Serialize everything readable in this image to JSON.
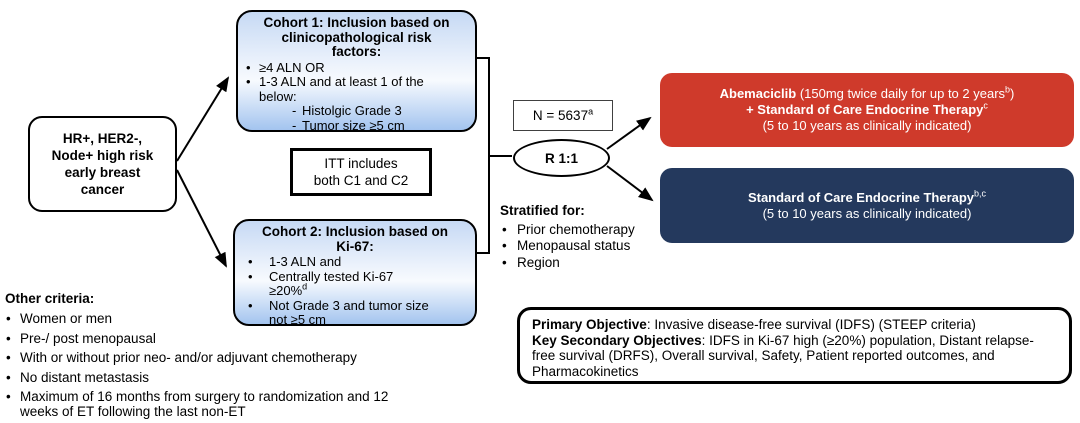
{
  "population_box": {
    "text": "HR+, HER2-,\nNode+ high risk\nearly breast\ncancer"
  },
  "cohort1": {
    "title": "Cohort 1: Inclusion based on\nclinicopathological risk\nfactors:",
    "bullet1": "≥4 ALN OR",
    "bullet2": "1-3 ALN and at least 1 of the\nbelow:",
    "sub1": "Histolgic Grade 3",
    "sub2": "Tumor size ≥5 cm"
  },
  "itt_box": {
    "text": "ITT includes\nboth C1 and C2"
  },
  "cohort2": {
    "title": "Cohort 2: Inclusion based on\nKi-67:",
    "bullet1": "1-3 ALN and",
    "bullet2": "Centrally tested Ki-67\n≥20%",
    "bullet2_sup": "d",
    "bullet3": "Not Grade 3 and tumor size\nnot ≥5 cm"
  },
  "randomization": {
    "n_label": "N = 5637",
    "n_sup": "a",
    "r_label": "R 1:1",
    "stratified_title": "Stratified for:",
    "strata": [
      "Prior chemotherapy",
      "Menopausal status",
      "Region"
    ]
  },
  "arm_abemaciclib": {
    "line1_bold": "Abemaciclib",
    "line1_rest": " (150mg twice daily for up to 2 years",
    "line1_sup": "b",
    "line1_close": ")",
    "line2_bold": "+ Standard of Care Endocrine Therapy",
    "line2_sup": "c",
    "line3": "(5 to 10 years as clinically indicated)"
  },
  "arm_soc": {
    "line1_bold": "Standard of Care Endocrine Therapy",
    "line1_sup": "b,c",
    "line2": "(5 to 10 years as clinically indicated)"
  },
  "other_criteria": {
    "title": "Other criteria:",
    "items": [
      "Women or men",
      "Pre-/ post menopausal",
      "With or without prior neo- and/or adjuvant chemotherapy",
      "No distant metastasis",
      "Maximum of 16 months from surgery to randomization and 12\nweeks of ET following the last non-ET"
    ]
  },
  "objectives": {
    "primary_label": "Primary Objective",
    "primary_text": ": Invasive disease-free survival (IDFS) (STEEP criteria)",
    "secondary_label": "Key Secondary Objectives",
    "secondary_text": ": IDFS in Ki-67 high (≥20%) population, Distant relapse-free survival (DRFS), Overall survival, Safety, Patient reported outcomes, and Pharmacokinetics"
  },
  "colors": {
    "arm_red": "#cf3a2b",
    "arm_navy": "#24395d",
    "cohort_fill_top": "#c6d9f4",
    "cohort_fill_bottom": "#a3c4ef",
    "outline": "#000000"
  }
}
